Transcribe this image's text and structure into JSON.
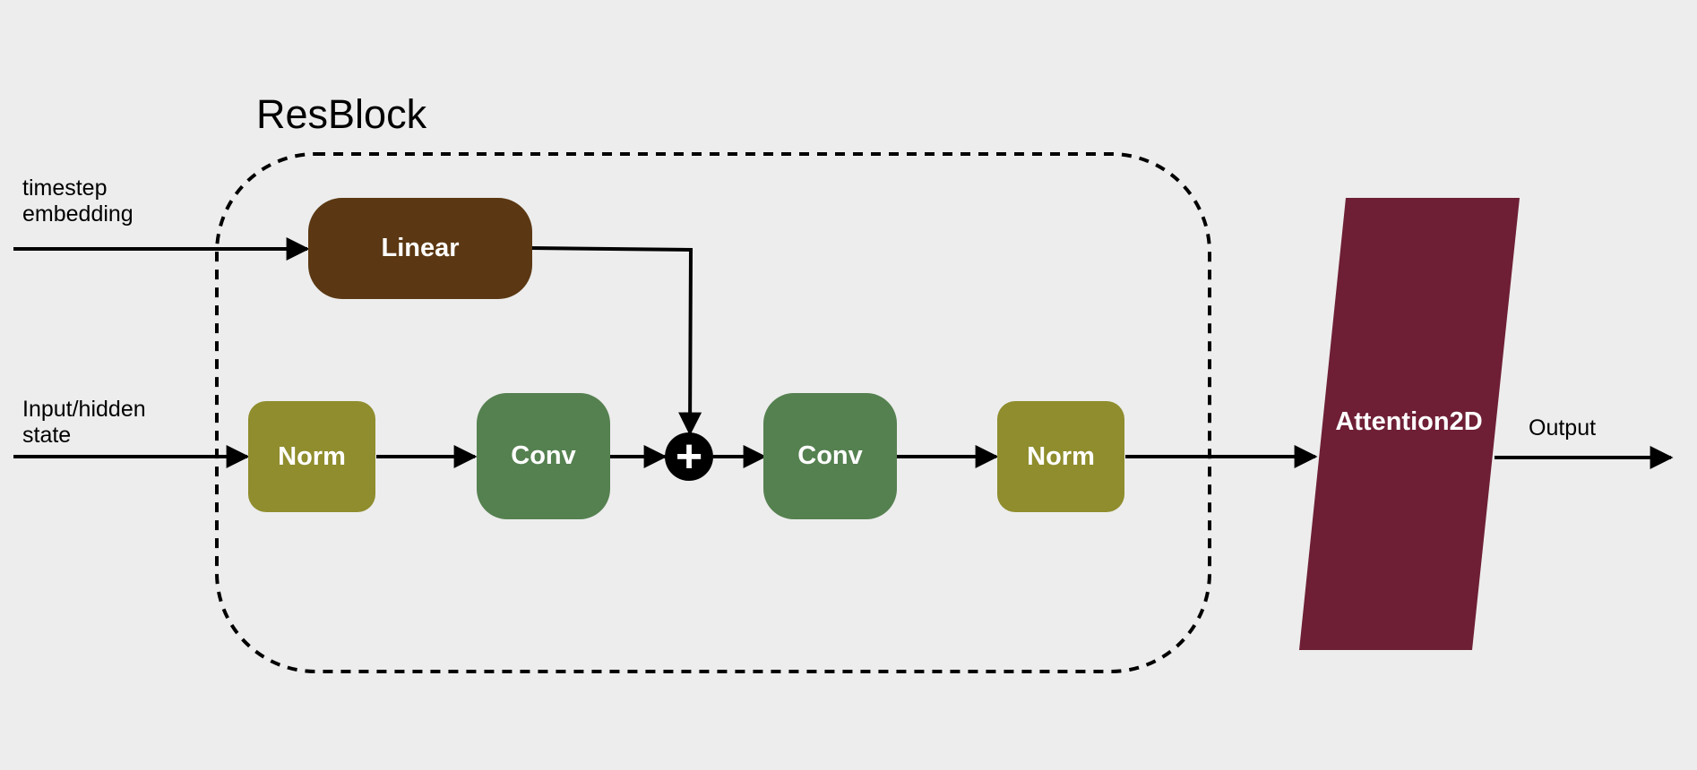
{
  "title": "ResBlock",
  "inputs": {
    "timestep": "timestep\nembedding",
    "hidden": "Input/hidden\nstate"
  },
  "output": "Output",
  "blocks": {
    "linear": "Linear",
    "norm1": "Norm",
    "conv1": "Conv",
    "conv2": "Conv",
    "norm2": "Norm",
    "attention": "Attention2D"
  },
  "adder_symbol": "+",
  "colors": {
    "background": "#ededed",
    "linear": "#5b3813",
    "norm": "#8f8d2d",
    "conv": "#558150",
    "attention": "#6e1f35",
    "line": "#000000"
  }
}
